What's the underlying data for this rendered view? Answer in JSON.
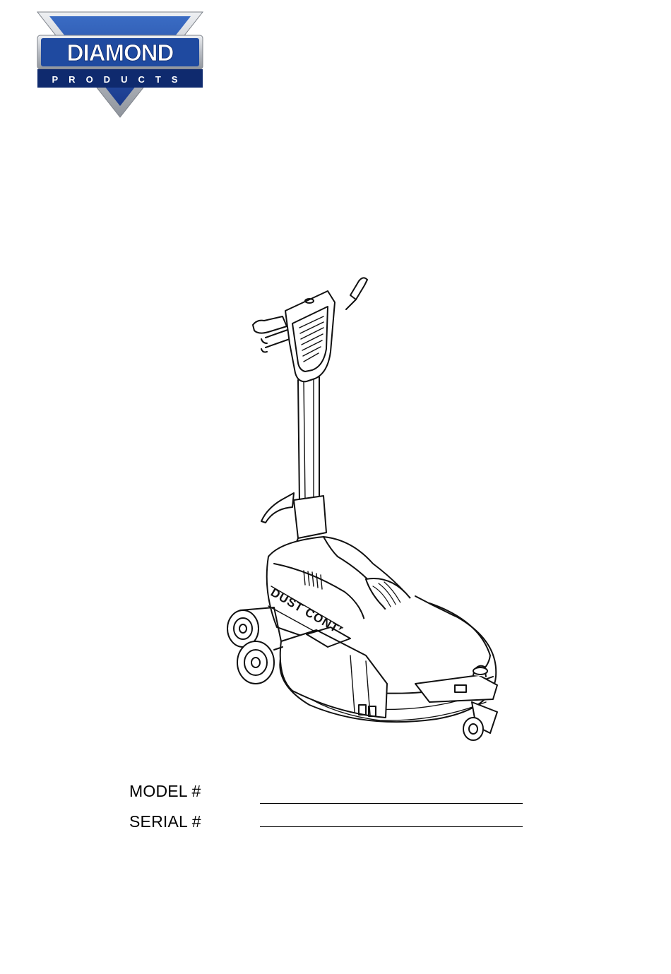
{
  "logo": {
    "brand": "DIAMOND",
    "tagline": "PRODUCTS",
    "colors": {
      "navy": "#1a3a8c",
      "blue": "#2f5fb8",
      "silver": "#c9ccd1",
      "text": "#ffffff"
    }
  },
  "illustration": {
    "icon": "floor-burnisher-illustration-icon",
    "housing_text": "DUST CONTROL"
  },
  "form": {
    "model_label": "MODEL #",
    "serial_label": "SERIAL #"
  }
}
